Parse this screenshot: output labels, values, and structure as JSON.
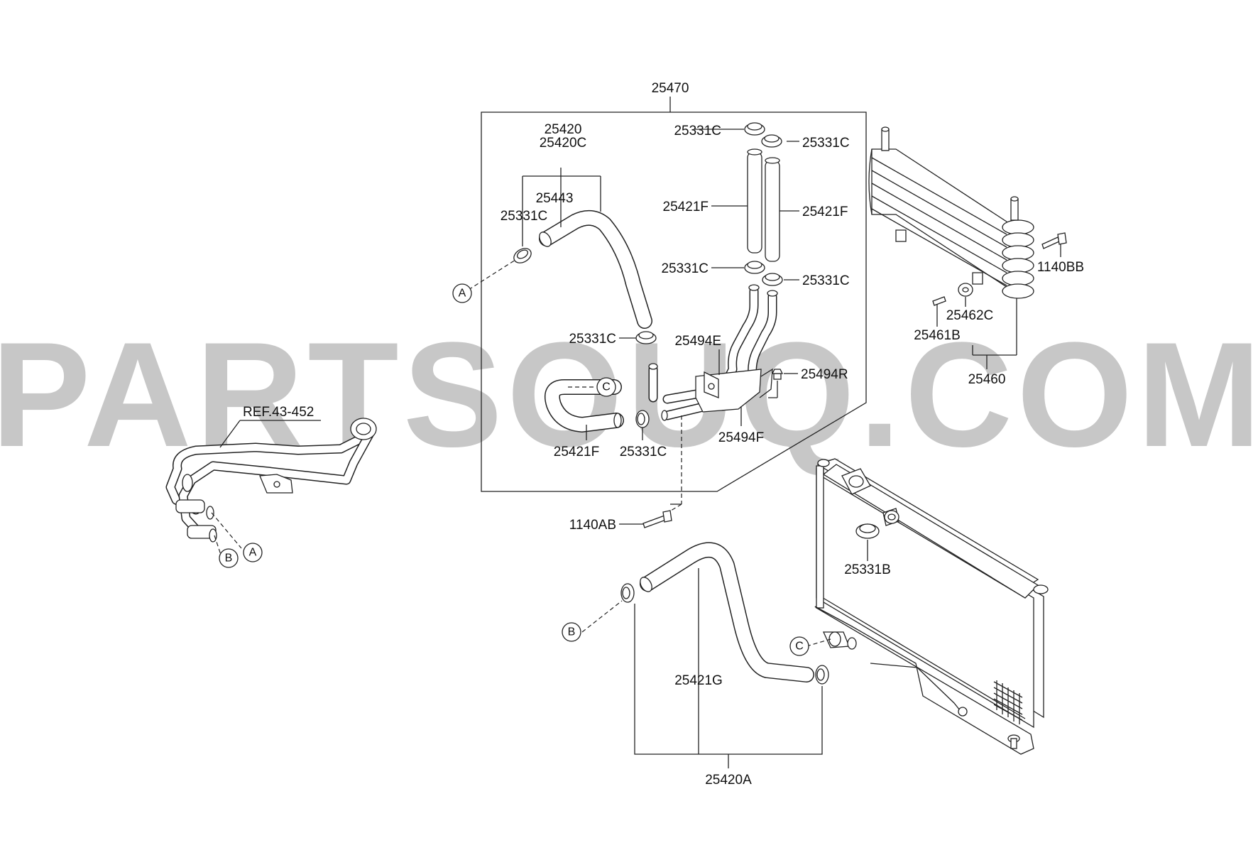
{
  "watermark": "PARTSOUQ.COM",
  "labels": {
    "assembly_25470": "25470",
    "hose_25420": "25420",
    "hose_25420c": "25420C",
    "insulator_25443": "25443",
    "clamp_left_upper": "25331C",
    "clamp_top_1": "25331C",
    "clamp_top_2": "25331C",
    "hose_25421f_left": "25421F",
    "hose_25421f_right": "25421F",
    "clamp_mid_1": "25331C",
    "clamp_mid_2": "25331C",
    "clamp_lower_center": "25331C",
    "pipe_25494e": "25494E",
    "bolt_25494r": "25494R",
    "hose_25421f_lower": "25421F",
    "clamp_lower": "25331C",
    "pipe_25494f": "25494F",
    "bolt_1140ab": "1140AB",
    "ref_43_452": "REF.43-452",
    "cooler_25460": "25460",
    "bolt_1140bb": "1140BB",
    "grommet_25462c": "25462C",
    "pin_25461b": "25461B",
    "clamp_25331b": "25331B",
    "hose_25421g": "25421G",
    "hose_assy_25420a": "25420A"
  },
  "callouts": {
    "a": "A",
    "b": "B",
    "c": "C"
  }
}
